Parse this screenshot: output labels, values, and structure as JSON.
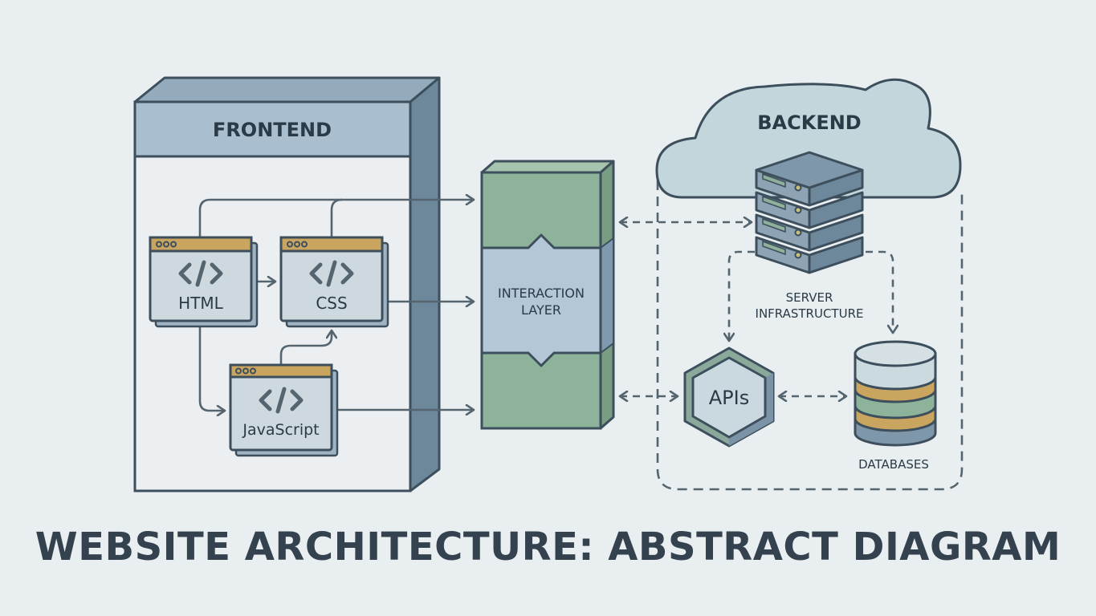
{
  "title": "WEBSITE ARCHITECTURE: ABSTRACT DIAGRAM",
  "colors": {
    "background": "#e9eef0",
    "stroke": "#3d4f5c",
    "frontend_header": "#a9bfcf",
    "frontend_side": "#6d879b",
    "window_bar": "#c9a55f",
    "window_body": "#cdd9df",
    "interaction_green": "#8db39a",
    "interaction_blue": "#b3c7d6",
    "cloud": "#c3d6dc",
    "server": "#7f97aa"
  },
  "frontend": {
    "label": "FRONTEND",
    "components": [
      {
        "id": "html",
        "label": "HTML",
        "icon": "code-icon"
      },
      {
        "id": "css",
        "label": "CSS",
        "icon": "code-icon"
      },
      {
        "id": "js",
        "label": "JavaScript",
        "icon": "code-icon"
      }
    ]
  },
  "interaction_layer": {
    "label_line1": "INTERACTION",
    "label_line2": "LAYER"
  },
  "backend": {
    "label": "BACKEND",
    "server": {
      "label_line1": "SERVER",
      "label_line2": "INFRASTRUCTURE",
      "icon": "server-stack-icon"
    },
    "apis": {
      "label": "APIs",
      "icon": "hexagon-icon"
    },
    "databases": {
      "label": "DATABASES",
      "icon": "database-icon"
    }
  },
  "connections": [
    {
      "from": "HTML",
      "to": "CSS",
      "style": "solid"
    },
    {
      "from": "HTML",
      "to": "JavaScript",
      "style": "solid"
    },
    {
      "from": "JavaScript",
      "to": "CSS",
      "style": "solid"
    },
    {
      "from": "HTML",
      "to": "INTERACTION LAYER",
      "style": "solid"
    },
    {
      "from": "CSS",
      "to": "INTERACTION LAYER",
      "style": "solid"
    },
    {
      "from": "JavaScript",
      "to": "INTERACTION LAYER",
      "style": "solid"
    },
    {
      "from": "INTERACTION LAYER",
      "to": "SERVER INFRASTRUCTURE",
      "style": "dashed-bidirectional"
    },
    {
      "from": "INTERACTION LAYER",
      "to": "APIs",
      "style": "dashed-bidirectional"
    },
    {
      "from": "APIs",
      "to": "DATABASES",
      "style": "dashed-bidirectional"
    },
    {
      "from": "SERVER INFRASTRUCTURE",
      "to": "APIs",
      "style": "dashed"
    },
    {
      "from": "SERVER INFRASTRUCTURE",
      "to": "DATABASES",
      "style": "dashed"
    }
  ]
}
